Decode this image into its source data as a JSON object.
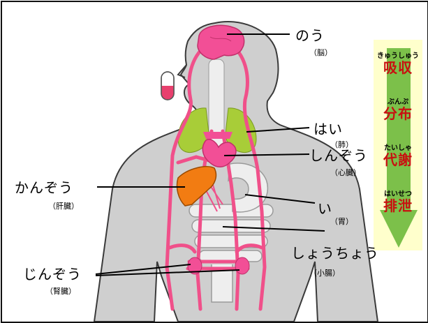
{
  "organs": {
    "brain": {
      "kana": "のう",
      "kanji": "（脳）"
    },
    "lungs": {
      "kana": "はい",
      "kanji": "（肺）"
    },
    "heart": {
      "kana": "しんぞう",
      "kanji": "（心臓）"
    },
    "liver": {
      "kana": "かんぞう",
      "kanji": "（肝臓）"
    },
    "stomach": {
      "kana": "い",
      "kanji": "（胃）"
    },
    "small_intestine": {
      "kana": "しょうちょう",
      "kanji": "（小腸）"
    },
    "kidneys": {
      "kana": "じんぞう",
      "kanji": "（腎臓）"
    }
  },
  "process": [
    {
      "ruby": "きゅうしゅう",
      "kanji": "吸収"
    },
    {
      "ruby": "ぶんぷ",
      "kanji": "分布"
    },
    {
      "ruby": "たいしゃ",
      "kanji": "代謝"
    },
    {
      "ruby": "はいせつ",
      "kanji": "排泄"
    }
  ],
  "colors": {
    "body": "#cfcfcf",
    "body_outline": "#3a3a3a",
    "vessel": "#f0508a",
    "brain": "#f24f96",
    "lungs": "#a8cd38",
    "liver": "#f27c12",
    "arrow_bg": "#ffffcc",
    "arrow": "#7cc04a",
    "process_text": "#c81010",
    "capsule": "#e8406e"
  },
  "icons": [
    "capsule-icon"
  ]
}
